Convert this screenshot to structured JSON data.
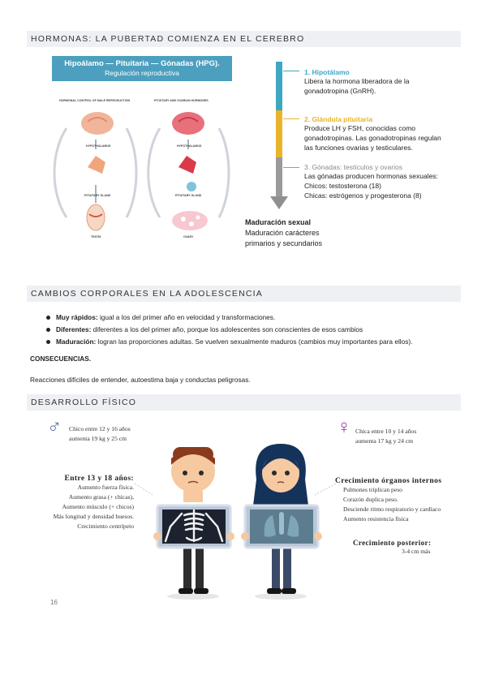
{
  "section1": {
    "title": "HORMONAS: LA PUBERTAD COMIENZA EN EL CEREBRO",
    "banner_title": "Hipoálamo — Pituitaria — Gónadas (HPG).",
    "banner_subtitle": "Regulación reproductiva",
    "diagram_labels": {
      "left_title": "HORMONAL CONTROL OF MALE REPRODUCTION",
      "right_title": "PITUITARY AND OVARIAN HORMONES",
      "hypothalamus": "HYPOTHALAMUS",
      "pituitary": "PITUITARY GLAND",
      "testis": "TESTIS",
      "ovary": "OVARY"
    },
    "timeline": [
      {
        "title": "1. Hipotálamo",
        "lines": [
          "Libera la hormona liberadora de la",
          "gonadotropina (GnRH)."
        ]
      },
      {
        "title": "2. Glándula pituitaria",
        "lines": [
          "Produce LH y FSH,  conocidas como",
          "gonadotropinas. Las gonadotropinas regulan",
          "las funciones ovarias y testiculares."
        ]
      },
      {
        "title": "3. Gónadas: testículos y ovarios",
        "lines": [
          "Las gónadas producen hormonas sexuales:",
          "Chicos: testosterona (18)",
          "Chicas: estrógenos y progesterona (8)"
        ]
      }
    ],
    "maturation": {
      "title": "Maduración sexual",
      "lines": [
        "Maduración carácteres",
        "primarios y secundarios"
      ]
    }
  },
  "section2": {
    "title": "CAMBIOS CORPORALES EN LA ADOLESCENCIA",
    "bullets": [
      {
        "label": "Muy rápidos:",
        "text": " igual a los del primer año en velocidad y transformaciones."
      },
      {
        "label": "Diferentes:",
        "text": " diferentes a los del primer año, porque los adolescentes son conscientes de esos cambios"
      },
      {
        "label": "Maduración:",
        "text": " logran las proporciones adultas. Se vuelven sexualmente maduros (cambios muy importantes para ellos)."
      }
    ],
    "consequences_label": "CONSECUENCIAS.",
    "consequences_text": "Reacciones difíciles de entender, autoestima baja y conductas peligrosas."
  },
  "section3": {
    "title": "DESARROLLO FÍSICO",
    "boys_growth": [
      "Chico entre 12 y 16 años",
      "aumenta 19 kg y 25 cm"
    ],
    "girls_growth": [
      "Chica entre 10 y 14 años",
      "aumenta 17 kg y 24 cm"
    ],
    "boys_heading": "Entre 13 y 18 años:",
    "boys_items": [
      "Aumento fuerza física.",
      "Aumento grasa (+ chicas),",
      "Aumento músculo (+ chicos)",
      "Más longitud y densidad huesos.",
      "Crecimiento centrípeto"
    ],
    "girls_heading": "Crecimiento órganos internos",
    "girls_items": [
      "Pulmones triplican peso",
      "Corazón duplica peso.",
      "Desciende ritmo respiratorio y cardíaco",
      "Aumento resistencia física"
    ],
    "later_heading": "Crecimiento posterior:",
    "later_text": "3-4 cm más",
    "page_number": "16"
  },
  "colors": {
    "band": "#eef0f4",
    "banner": "#4c9fbf",
    "step1": "#3ea7c4",
    "step2": "#e9b32a",
    "step3": "#9a9a9a",
    "male_symbol": "#5b6fa6",
    "female_symbol": "#a13aa8"
  },
  "icons": {
    "male": "♂",
    "female": "♀"
  }
}
